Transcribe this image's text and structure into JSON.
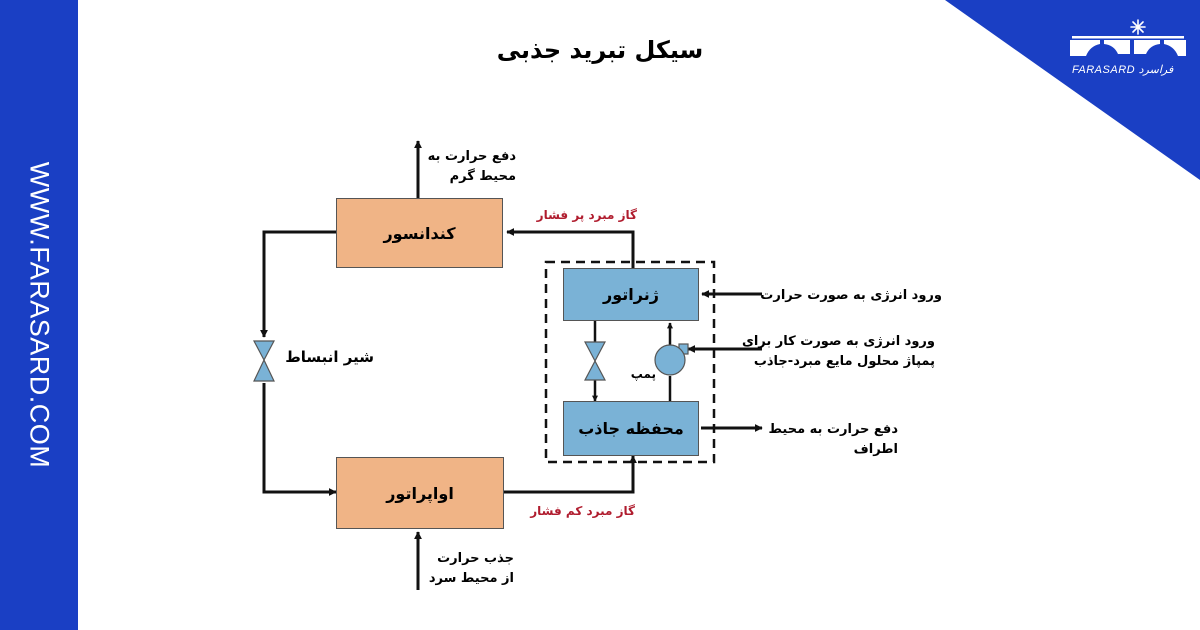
{
  "title": "سیکل تبرید جذبی",
  "brand": {
    "website": "WWW.FARASARD.COM",
    "logo_text": "FARASARD فراسرد"
  },
  "colors": {
    "brand_blue": "#1a3fc4",
    "condenser_evaporator": "#f0b486",
    "generator_absorber": "#7ab2d6",
    "refrigerant_gas_label": "#b01c2e"
  },
  "components": {
    "condenser": "کندانسور",
    "evaporator": "اواپراتور",
    "generator": "ژنراتور",
    "absorber": "محفظه جاذب",
    "expansion_valve": "شیر انبساط",
    "pump": "پمپ"
  },
  "labels": {
    "heat_rejection_hot_1": "دفع حرارت به",
    "heat_rejection_hot_2": "محیط گرم",
    "high_pressure_gas": "گاز مبرد پر فشار",
    "low_pressure_gas": "گاز مبرد کم فشار",
    "heat_energy_input": "ورود انرژی به صورت حرارت",
    "work_input_1": "ورود انرژی به صورت کار برای",
    "work_input_2": "پمپاژ محلول مایع مبرد-جاذب",
    "heat_rejection_ambient_1": "دفع حرارت به محیط",
    "heat_rejection_ambient_2": "اطراف",
    "heat_absorb_1": "جذب حرارت",
    "heat_absorb_2": "از محیط سرد"
  }
}
